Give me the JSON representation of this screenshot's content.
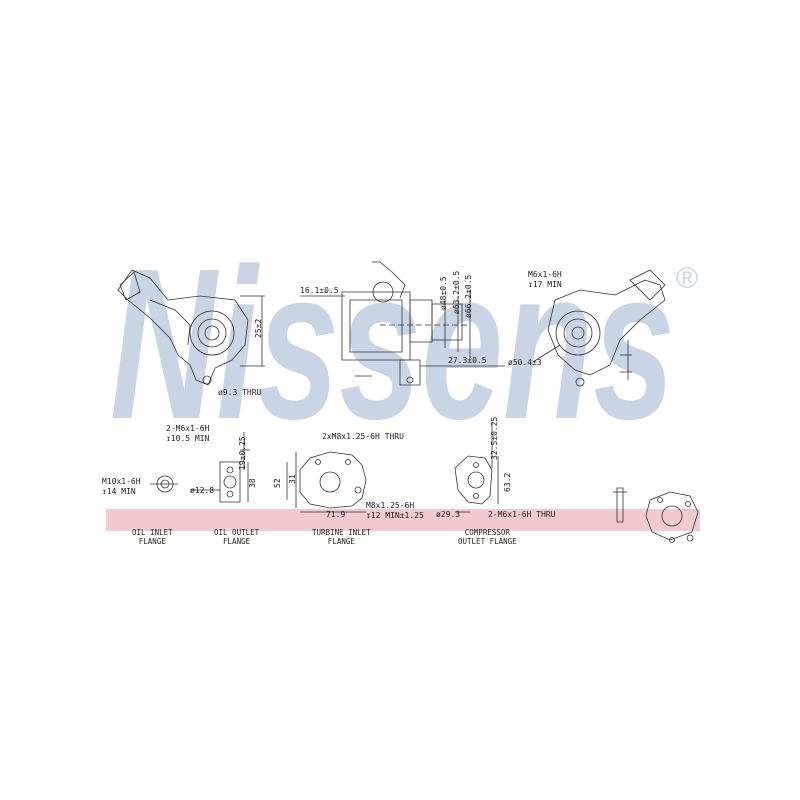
{
  "watermark": {
    "brand": "Nissens",
    "registered_mark": "®",
    "color": "#c9d5e5"
  },
  "band_color": "#f2c9cf",
  "dims": {
    "mount_hole": "ø9.3 THRU",
    "height_a": "25±2",
    "width_a": "16.1±0.5",
    "d_48": "ø48±0.5",
    "d_63": "ø63.2±0.5",
    "d_66": "ø66.2±0.5",
    "len_27": "27.3±0.5",
    "m6_17": "M6x1-6H",
    "m6_17_depth": "↧17 MIN",
    "d_50": "ø50.4±3",
    "m6_105": "2-M6x1-6H",
    "m6_105_depth": "↧10.5 MIN",
    "dim_19": "19±0.25",
    "m10": "M10x1-6H",
    "m10_depth": "↧14 MIN",
    "d_128": "ø12.8",
    "dim_38": "38",
    "m8_thru": "2xM8x1.25-6H THRU",
    "dim_31": "31",
    "dim_52": "52",
    "dim_719": "71.9",
    "m8_12": "M8x1.25-6H",
    "m8_12_depth": "↧12 MIN±1.25",
    "dim_325": "32.5±0.25",
    "dim_632": "63.2",
    "d_293": "ø29.3",
    "m6_thru": "2-M6x1-6H THRU"
  },
  "captions": {
    "oil_inlet": [
      "OIL INLET",
      "FLANGE"
    ],
    "oil_outlet": [
      "OIL OUTLET",
      "FLANGE"
    ],
    "turbine_inlet": [
      "TURBINE INLET",
      "FLANGE"
    ],
    "compressor_outlet": [
      "COMPRESSOR",
      "OUTLET FLANGE"
    ]
  }
}
